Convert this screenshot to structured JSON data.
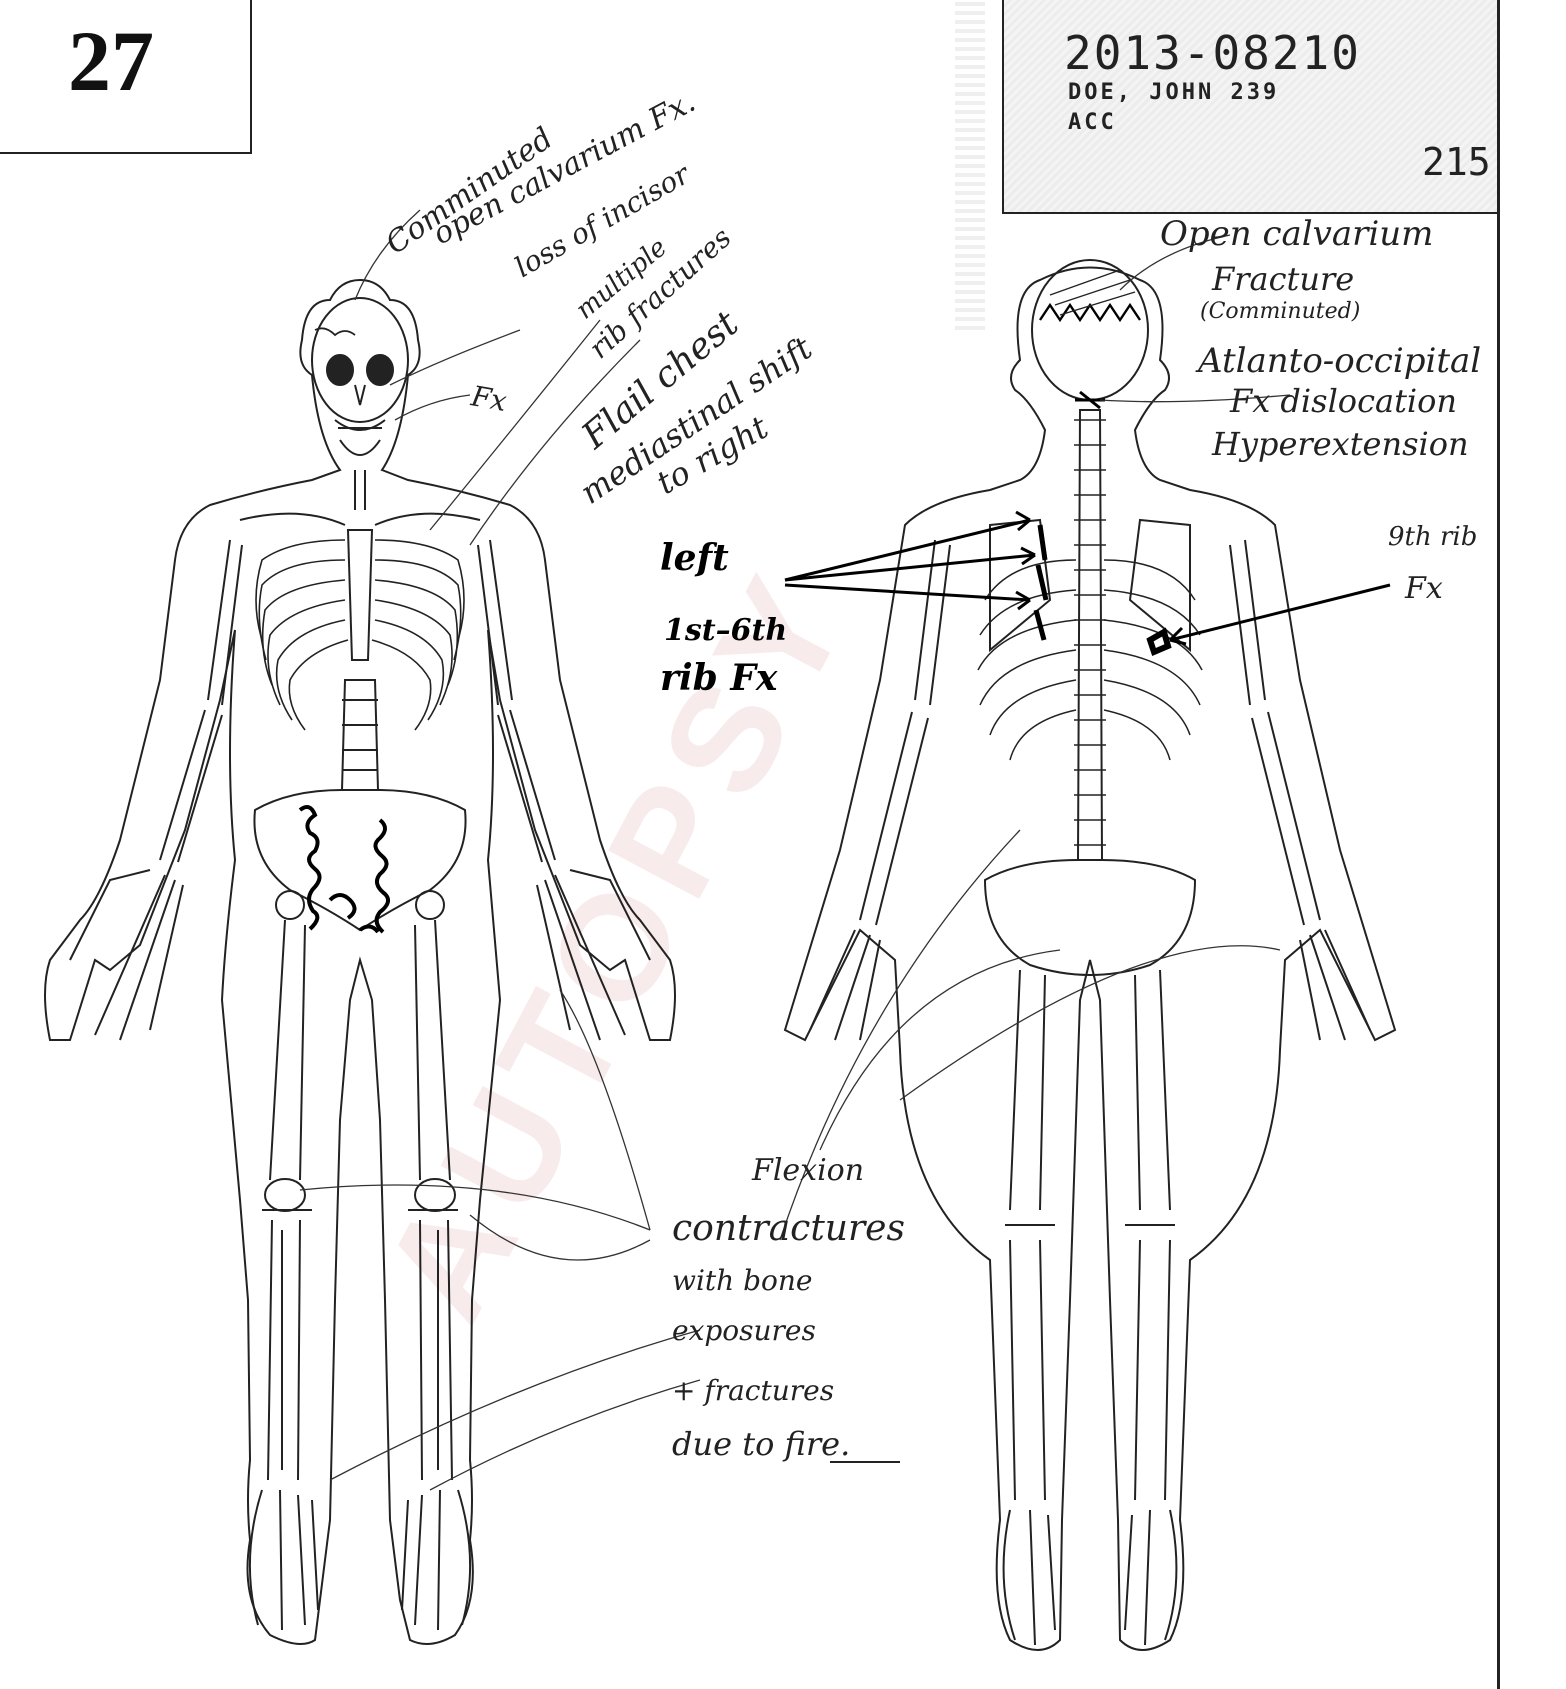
{
  "page_number": "27",
  "case_label": {
    "case_number": "2013-08210",
    "name": "DOE, JOHN 239",
    "code": "ACC",
    "number": "215"
  },
  "watermark": "AUTOPSY",
  "annotations": {
    "front_skull_1": "Comminuted",
    "front_skull_2": "open calvarium Fx.",
    "incisor": "loss of incisor",
    "front_fx": "Fx",
    "ribs_1": "multiple",
    "ribs_2": "rib fractures",
    "flail": "Flail chest",
    "shift_1": "mediastinal shift",
    "shift_2": "to right",
    "left_rib_1": "left",
    "left_rib_2": "1st–6th",
    "left_rib_3": "rib Fx",
    "back_skull_1": "Open calvarium",
    "back_skull_2": "Fracture",
    "back_skull_3": "(Comminuted)",
    "atlanto_1": "Atlanto-occipital",
    "atlanto_2": "Fx dislocation",
    "hyper": "Hyperextension",
    "ninth_1": "9th rib",
    "ninth_2": "Fx",
    "contract_1": "Flexion",
    "contract_2": "contractures",
    "contract_3": "with bone",
    "contract_4": "exposures",
    "contract_5": "+ fractures",
    "contract_6": "due to fire."
  }
}
